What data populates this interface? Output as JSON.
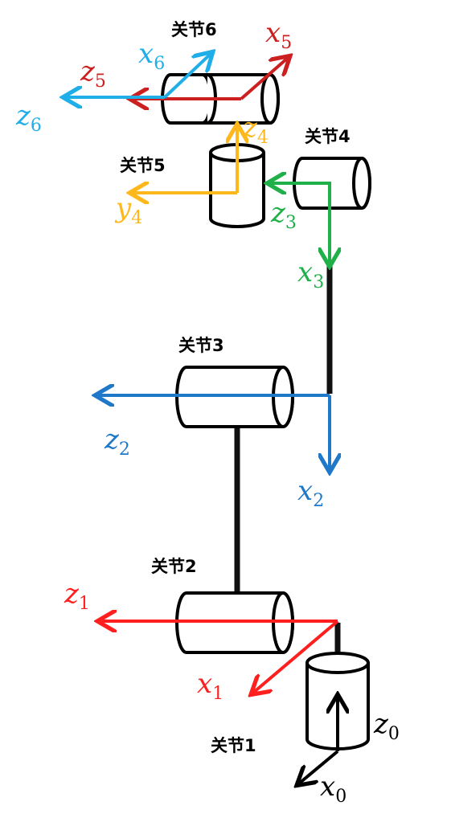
{
  "colors": {
    "frame0": "#000000",
    "frame1": "#ff1f1f",
    "frame2": "#1f78c8",
    "frame3": "#1fb04a",
    "frame4": "#ffb81c",
    "frame5": "#cc1f1f",
    "frame6": "#1faee8",
    "link": "#111111"
  },
  "joints": {
    "j1": "关节1",
    "j2": "关节2",
    "j3": "关节3",
    "j4": "关节4",
    "j5": "关节5",
    "j6": "关节6"
  },
  "axes": {
    "z0": {
      "base": "z",
      "sub": "0"
    },
    "x0": {
      "base": "x",
      "sub": "0"
    },
    "z1": {
      "base": "z",
      "sub": "1"
    },
    "x1": {
      "base": "x",
      "sub": "1"
    },
    "z2": {
      "base": "z",
      "sub": "2"
    },
    "x2": {
      "base": "x",
      "sub": "2"
    },
    "z3": {
      "base": "z",
      "sub": "3"
    },
    "x3": {
      "base": "x",
      "sub": "3"
    },
    "z4": {
      "base": "z",
      "sub": "4"
    },
    "y4": {
      "base": "y",
      "sub": "4"
    },
    "z5": {
      "base": "z",
      "sub": "5"
    },
    "x5": {
      "base": "x",
      "sub": "5"
    },
    "z6": {
      "base": "z",
      "sub": "6"
    },
    "x6": {
      "base": "x",
      "sub": "6"
    }
  }
}
